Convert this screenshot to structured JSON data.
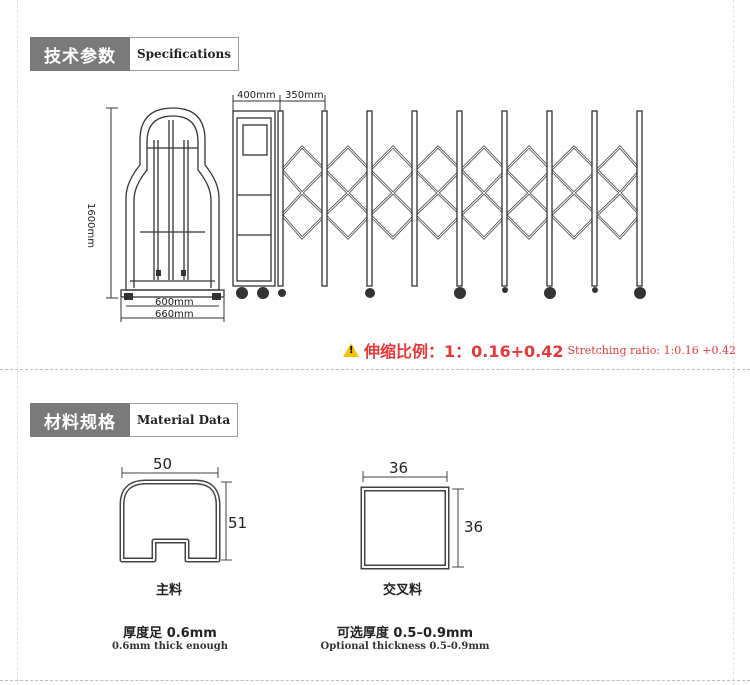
{
  "spec_header": {
    "cn": "技术参数",
    "en": "Specifications"
  },
  "drawing": {
    "height_label": "1600mm",
    "width_600": "600mm",
    "width_660": "660mm",
    "depth_400": "400mm",
    "spacing_350": "350mm"
  },
  "ratio": {
    "cn": "伸缩比例：1：0.16+0.42",
    "en": "Stretching ratio: 1:0.16 +0.42"
  },
  "material_header": {
    "cn": "材料规格",
    "en": "Material Data"
  },
  "main_profile": {
    "width": "50",
    "height": "51",
    "name": "主料",
    "thickness_cn": "厚度足 0.6mm",
    "thickness_en": "0.6mm thick enough"
  },
  "cross_profile": {
    "width": "36",
    "height": "36",
    "name": "交叉料",
    "thickness_cn": "可选厚度 0.5–0.9mm",
    "thickness_en": "Optional thickness 0.5-0.9mm"
  },
  "colors": {
    "header_bg": "#7a7a7a",
    "accent_red": "#e23a3a",
    "warning_yellow": "#f3c300"
  }
}
